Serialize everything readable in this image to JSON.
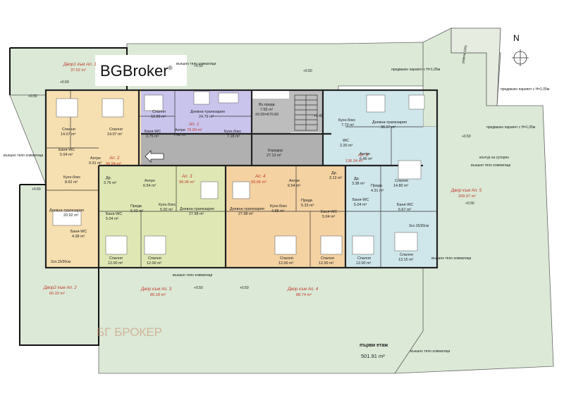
{
  "logo": {
    "text_bg": "BG",
    "text_broker": "Broker",
    "mark": "®"
  },
  "watermark": "БГ БРОКЕР",
  "north": "N",
  "colors": {
    "yard": "#dbe9d6",
    "ap1": "#c9c4ec",
    "ap2": "#f6dfb0",
    "ap3": "#dfe8b4",
    "ap4": "#f4d2a2",
    "ap5": "#cfe6ea",
    "stair": "#bdbdbd",
    "corridor": "#b0b0b0"
  },
  "apartments": {
    "ap1": {
      "name": "Ап. 1",
      "area": "70.09 m²"
    },
    "ap2": {
      "name": "Ап. 2",
      "area": "96.94 m²"
    },
    "ap3": {
      "name": "Ап. 3",
      "area": "99.06 m²"
    },
    "ap4": {
      "name": "Ап. 4",
      "area": "99.06 m²"
    },
    "ap5": {
      "name": "Ап. 5",
      "area": "136.34 m²"
    }
  },
  "yards": {
    "y1": {
      "name": "Двор1 към Ап. 1",
      "area": "37.52 m²"
    },
    "y2": {
      "name": "Двор2 към Ап. 2",
      "area": "60.32 m²"
    },
    "y3": {
      "name": "Двор към Ап. 3",
      "area": "80.18 m²"
    },
    "y4": {
      "name": "Двор към Ап. 4",
      "area": "88.74 m²"
    },
    "y5": {
      "name": "Двор към Ап. 5",
      "area": "209.97 m²"
    }
  },
  "rooms": {
    "ap1_bed": [
      "Спалня",
      "12.00 m²"
    ],
    "ap1_living": [
      "Дневна-трапезария",
      "24.79 m²"
    ],
    "ap1_bath": [
      "Баня-WC",
      "3.75 m²"
    ],
    "ap1_hall": [
      "Антре",
      "7.42 m²"
    ],
    "ap1_kitchen": [
      "Кухн.бокс",
      "7.18 m²"
    ],
    "lobby": [
      "Вх.предв.",
      "7.55 m²"
    ],
    "lobby_level": "±0.00=670.60",
    "corridor": [
      "Коридор",
      "27.12 m²"
    ],
    "ap2_bed1": [
      "Спалня",
      "14.07 m²"
    ],
    "ap2_bed2": [
      "Спалня",
      "14.07 m²"
    ],
    "ap2_bath": [
      "Баня-WC",
      "5.04 m²"
    ],
    "ap2_hall": [
      "Антре",
      "9.31 m²"
    ],
    "ap2_kitchen": [
      "Кухн.бокс",
      "8.62 m²"
    ],
    "ap2_living": [
      "Дневна-трапезария",
      "20.92 m²"
    ],
    "ap2_wc": [
      "Баня-WC",
      "4.38 m²"
    ],
    "ap3_dr": [
      "Др.",
      "3.76 m²"
    ],
    "ap3_hall": [
      "Антре",
      "6.54 m²"
    ],
    "ap3_kitchen": [
      "Кухн.бокс",
      "5.00 m²"
    ],
    "ap3_pred": [
      "Предв.",
      "5.33 m²"
    ],
    "ap3_living": [
      "Дневна-трапезария",
      "27.98 m²"
    ],
    "ap3_bath": [
      "Баня-WC",
      "5.04 m²"
    ],
    "ap3_bed1": [
      "Спалня",
      "12.00 m²"
    ],
    "ap3_bed2": [
      "Спалня",
      "12.00 m²"
    ],
    "ap4_living": [
      "Дневна-трапезария",
      "27.98 m²"
    ],
    "ap4_hall": [
      "Антре",
      "6.54 m²"
    ],
    "ap4_dr": [
      "Др.",
      "3.12 m²"
    ],
    "ap4_kitchen": [
      "Кухн.бокс",
      "4.88 m²"
    ],
    "ap4_pred": [
      "Предв.",
      "5.33 m²"
    ],
    "ap4_bath": [
      "Баня-WC",
      "5.04 m²"
    ],
    "ap4_bed1": [
      "Спалня",
      "12.00 m²"
    ],
    "ap4_bed2": [
      "Спалня",
      "12.00 m²"
    ],
    "ap5_kitchen": [
      "Кухн.бокс",
      "7.73 m²"
    ],
    "ap5_living": [
      "Дневна-трапезария",
      "36.17 m²"
    ],
    "ap5_wc": [
      "WC",
      "2.20 m²"
    ],
    "ap5_hall": [
      "Антре",
      "6.46 m²"
    ],
    "ap5_bed1": [
      "Спалня",
      "14.80 m²"
    ],
    "ap5_dr": [
      "Др.",
      "3.38 m²"
    ],
    "ap5_pred": [
      "Предв.",
      "4.31 m²"
    ],
    "ap5_bath1": [
      "Баня-WC",
      "5.04 m²"
    ],
    "ap5_bath2": [
      "Баня-WC",
      "6.67 m²"
    ],
    "ap5_bed2": [
      "Спалня",
      "12.00 m²"
    ],
    "ap5_bed3": [
      "Спалня",
      "13.15 m²"
    ]
  },
  "annotations": {
    "ac": "външно тяло климатици",
    "parapet": "предвазен парапет с H=1,05м",
    "ramp": "рампа 10%",
    "contour": "контур на сутерен",
    "level_050": "+0.50",
    "level_145": "+1.45",
    "sill": "3сл.15/30см"
  },
  "floor_title": "първи етаж",
  "floor_area": "501.91 m²"
}
